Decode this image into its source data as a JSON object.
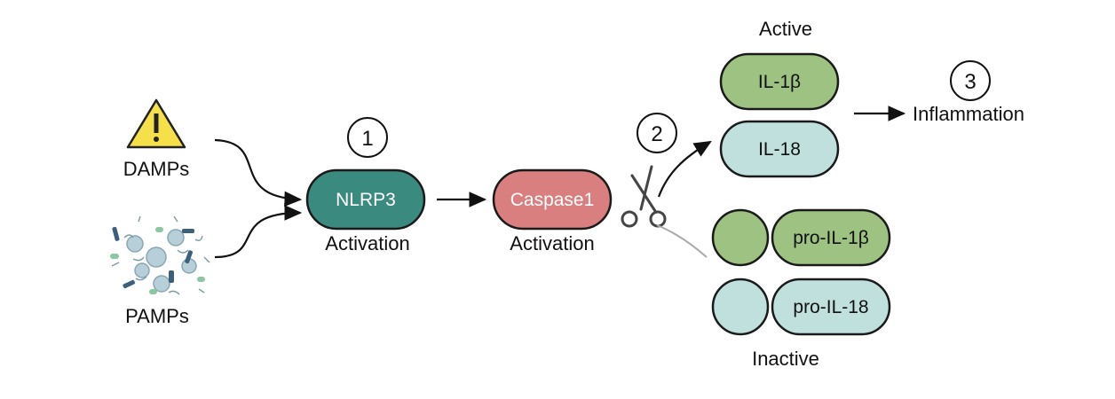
{
  "inputs": {
    "damps_label": "DAMPs",
    "pamps_label": "PAMPs"
  },
  "steps": {
    "step1": "1",
    "step2": "2",
    "step3": "3"
  },
  "nodes": {
    "nlrp3": "NLRP3",
    "nlrp3_caption": "Activation",
    "caspase1": "Caspase1",
    "caspase1_caption": "Activation",
    "il1b": "IL-1β",
    "il18": "IL-18",
    "pro_il1b": "pro-IL-1β",
    "pro_il18": "pro-IL-18",
    "active_label": "Active",
    "inactive_label": "Inactive",
    "inflammation": "Inflammation"
  },
  "icons": {
    "warning": "warning-triangle-icon",
    "pathogens": "pathogens-icon",
    "scissors": "scissors-icon"
  },
  "colors": {
    "nlrp3": "#3a8a80",
    "caspase1": "#d97f7f",
    "il1b": "#9dc281",
    "il18": "#bfe0dc",
    "warning": "#f5e04a",
    "outline": "#1a1a1a"
  }
}
